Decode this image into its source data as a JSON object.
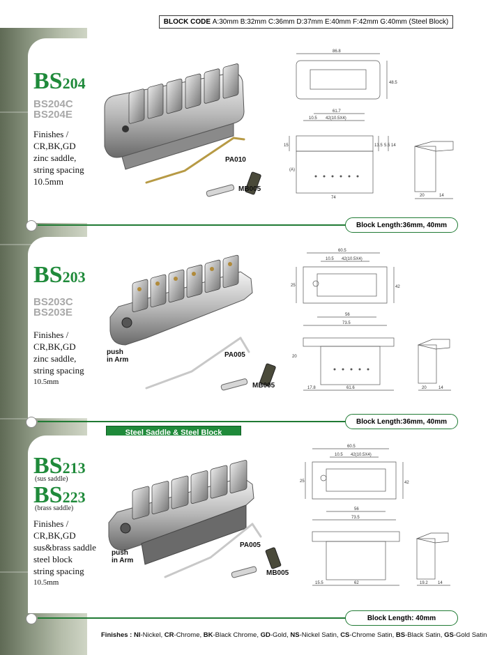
{
  "block_code": {
    "label": "BLOCK CODE",
    "values": "A:30mm B:32mm C:36mm D:37mm E:40mm F:42mm G:40mm (Steel Block)"
  },
  "section_badge": "Steel Saddle & Steel Block",
  "products": [
    {
      "model_prefix": "BS",
      "model_number": "204",
      "sub_models": [
        "BS204C",
        "BS204E"
      ],
      "description": [
        "Finishes /",
        "CR,BK,GD",
        "zinc saddle,",
        "string spacing",
        "10.5mm"
      ],
      "arm_label": "PA010",
      "screw_label": "MB005",
      "block_length": "Block Length:36mm, 40mm",
      "dims": {
        "top_width": "86.8",
        "height": "48.5",
        "spacing_total": "61.7",
        "spacing_a": "10.5",
        "spacing_b": "42(10.5X4)",
        "side_a": "15",
        "side_b": "13.5",
        "side_c": "5.5",
        "side_d": "14",
        "block_w": "74",
        "block_h": "(A)",
        "side_w1": "20",
        "side_w2": "14"
      }
    },
    {
      "model_prefix": "BS",
      "model_number": "203",
      "sub_models": [
        "BS203C",
        "BS203E"
      ],
      "push_label": [
        "push",
        "in Arm"
      ],
      "description": [
        "Finishes /",
        "CR,BK,GD",
        "zinc saddle,",
        "string spacing",
        "10.5mm"
      ],
      "arm_label": "PA005",
      "screw_label": "MB005",
      "block_length": "Block Length:36mm, 40mm",
      "dims": {
        "top_width": "60.5",
        "spacing_a": "10.5",
        "spacing_b": "42(10.5X4)",
        "left_h": "25",
        "right_h": "42",
        "inner_w": "56",
        "bottom_w": "73.5",
        "side_a": "20",
        "block_w1": "17.8",
        "block_w2": "61.6",
        "side_w1": "20",
        "side_w2": "14"
      }
    },
    {
      "model_prefix": "BS",
      "model_number": "213",
      "model_note": "(sus saddle)",
      "model_prefix_2": "BS",
      "model_number_2": "223",
      "model_note_2": "(brass saddle)",
      "push_label": [
        "push",
        "in Arm"
      ],
      "description": [
        "Finishes /",
        "CR,BK,GD",
        "sus&brass saddle",
        "steel block",
        "string spacing",
        "10.5mm"
      ],
      "arm_label": "PA005",
      "screw_label": "MB005",
      "block_length": "Block  Length: 40mm",
      "dims": {
        "top_width": "60.5",
        "spacing_a": "10.5",
        "spacing_b": "42(10.5X4)",
        "left_h": "25",
        "right_h": "42",
        "inner_w": "56",
        "bottom_w": "73.5",
        "block_w1": "15.5",
        "block_w2": "62",
        "side_w1": "19.2",
        "side_w2": "14"
      }
    }
  ],
  "finishes": {
    "label": "Finishes :",
    "items": [
      {
        "code": "NI",
        "name": "-Nickel, "
      },
      {
        "code": "CR",
        "name": "-Chrome, "
      },
      {
        "code": "BK",
        "name": "-Black Chrome, "
      },
      {
        "code": "GD",
        "name": "-Gold, "
      },
      {
        "code": "NS",
        "name": "-Nickel Satin, "
      },
      {
        "code": "CS",
        "name": "-Chrome Satin, "
      },
      {
        "code": "BS",
        "name": "-Black Satin, "
      },
      {
        "code": "GS",
        "name": "-Gold Satin"
      }
    ]
  },
  "colors": {
    "model_green": "#1f8a3a",
    "line_green": "#1f7a33",
    "sub_model_gray": "#a8a8a8"
  }
}
